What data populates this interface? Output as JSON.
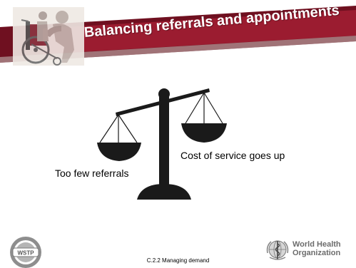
{
  "slide": {
    "title": "Balancing referrals and appointments",
    "label_right": "Cost of service goes up",
    "label_left": "Too few referrals",
    "footer": "C.2.2 Managing demand",
    "who_line1": "World Health",
    "who_line2": "Organization",
    "wstp_logo_text": "WSTP"
  },
  "colors": {
    "banner_red": "#8b1a2b",
    "scale_black": "#1a1a1a",
    "who_gray": "#6c6c6c"
  }
}
